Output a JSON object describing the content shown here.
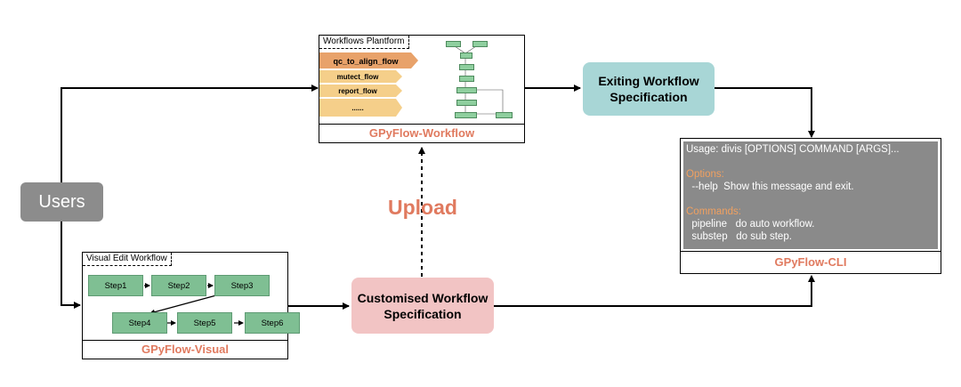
{
  "users": {
    "label": "Users"
  },
  "platform": {
    "tag": "Workflows Plantform",
    "flows": [
      "qc_to_align_flow",
      "mutect_flow",
      "report_flow",
      "......"
    ],
    "footer": "GPyFlow-Workflow",
    "accent_active": "#e8a26a",
    "accent_idle": "#f5cf8a"
  },
  "visual": {
    "tag": "Visual Edit Workflow",
    "steps": [
      "Step1",
      "Step2",
      "Step3",
      "Step4",
      "Step5",
      "Step6"
    ],
    "footer": "GPyFlow-Visual",
    "step_color": "#7fbf93"
  },
  "existing": {
    "line1": "Exiting Workflow",
    "line2": "Specification",
    "color": "#a8d6d6"
  },
  "custom": {
    "line1": "Customised Workflow",
    "line2": "Specification",
    "color": "#f2c4c4"
  },
  "upload": {
    "label": "Upload"
  },
  "cli": {
    "usage": "Usage: divis [OPTIONS] COMMAND [ARGS]...",
    "options_title": "Options:",
    "option_line": "  --help  Show this message and exit.",
    "commands_title": "Commands:",
    "commands": [
      "  pipeline   do auto workflow.",
      "  substep   do sub step."
    ],
    "footer": "GPyFlow-CLI",
    "screen_color": "#8a8a8a"
  }
}
